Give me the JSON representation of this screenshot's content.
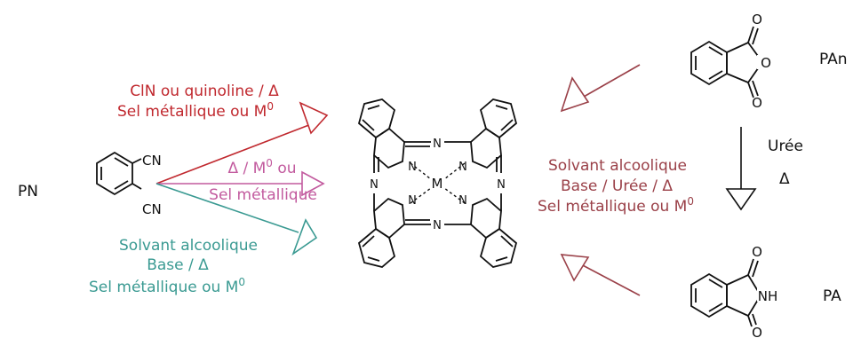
{
  "colors": {
    "red": "#c0282e",
    "pink": "#c25a9e",
    "teal": "#3a9a92",
    "maroon": "#9a4048",
    "black": "#111111"
  },
  "compounds": {
    "pn": {
      "name": "PN",
      "groups": [
        "CN",
        "CN"
      ]
    },
    "pan": {
      "name": "PAn",
      "atoms": [
        "O",
        "O",
        "O"
      ]
    },
    "pa": {
      "name": "PA",
      "atoms": [
        "O",
        "NH",
        "O"
      ]
    },
    "pc": {
      "metal": "M",
      "atoms": [
        "N",
        "N",
        "N",
        "N",
        "N",
        "N",
        "N",
        "N"
      ]
    }
  },
  "conditions": {
    "red": {
      "line1": "ClN ou quinoline / Δ",
      "line2_text": "Sel métallique ou M",
      "line2_sup": "0"
    },
    "pink": {
      "line1_text": "Δ / M",
      "line1_sup": "0",
      "line1_tail": " ou",
      "line2": "Sel métallique"
    },
    "teal": {
      "line1": "Solvant alcoolique",
      "line2": "Base / Δ",
      "line3_text": "Sel métallique ou M",
      "line3_sup": "0"
    },
    "maroon": {
      "line1": "Solvant alcoolique",
      "line2": "Base / Urée / Δ",
      "line3_text": "Sel métallique ou M",
      "line3_sup": "0"
    },
    "urea": {
      "line1": "Urée",
      "line2": "Δ"
    }
  }
}
